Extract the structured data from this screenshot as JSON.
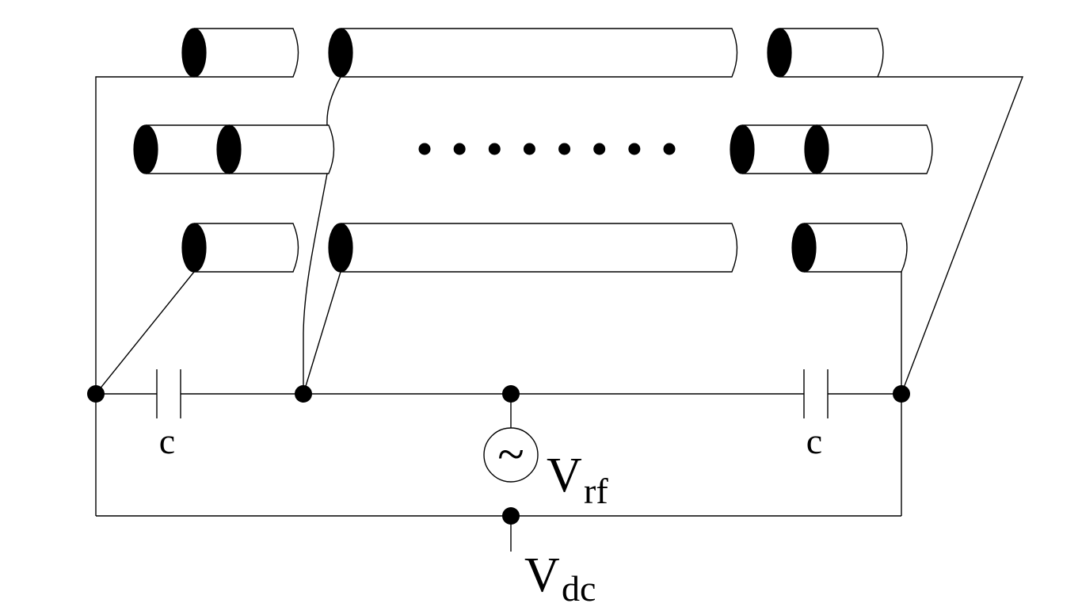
{
  "diagram": {
    "capacitor_left_label": "c",
    "capacitor_right_label": "c",
    "rf_source_symbol": "~",
    "rf_label": {
      "main": "V",
      "sub": "rf"
    },
    "dc_label": {
      "main": "V",
      "sub": "dc"
    },
    "ellipsis_dot_count": 8,
    "colors": {
      "stroke": "#000000",
      "background": "#ffffff"
    }
  }
}
